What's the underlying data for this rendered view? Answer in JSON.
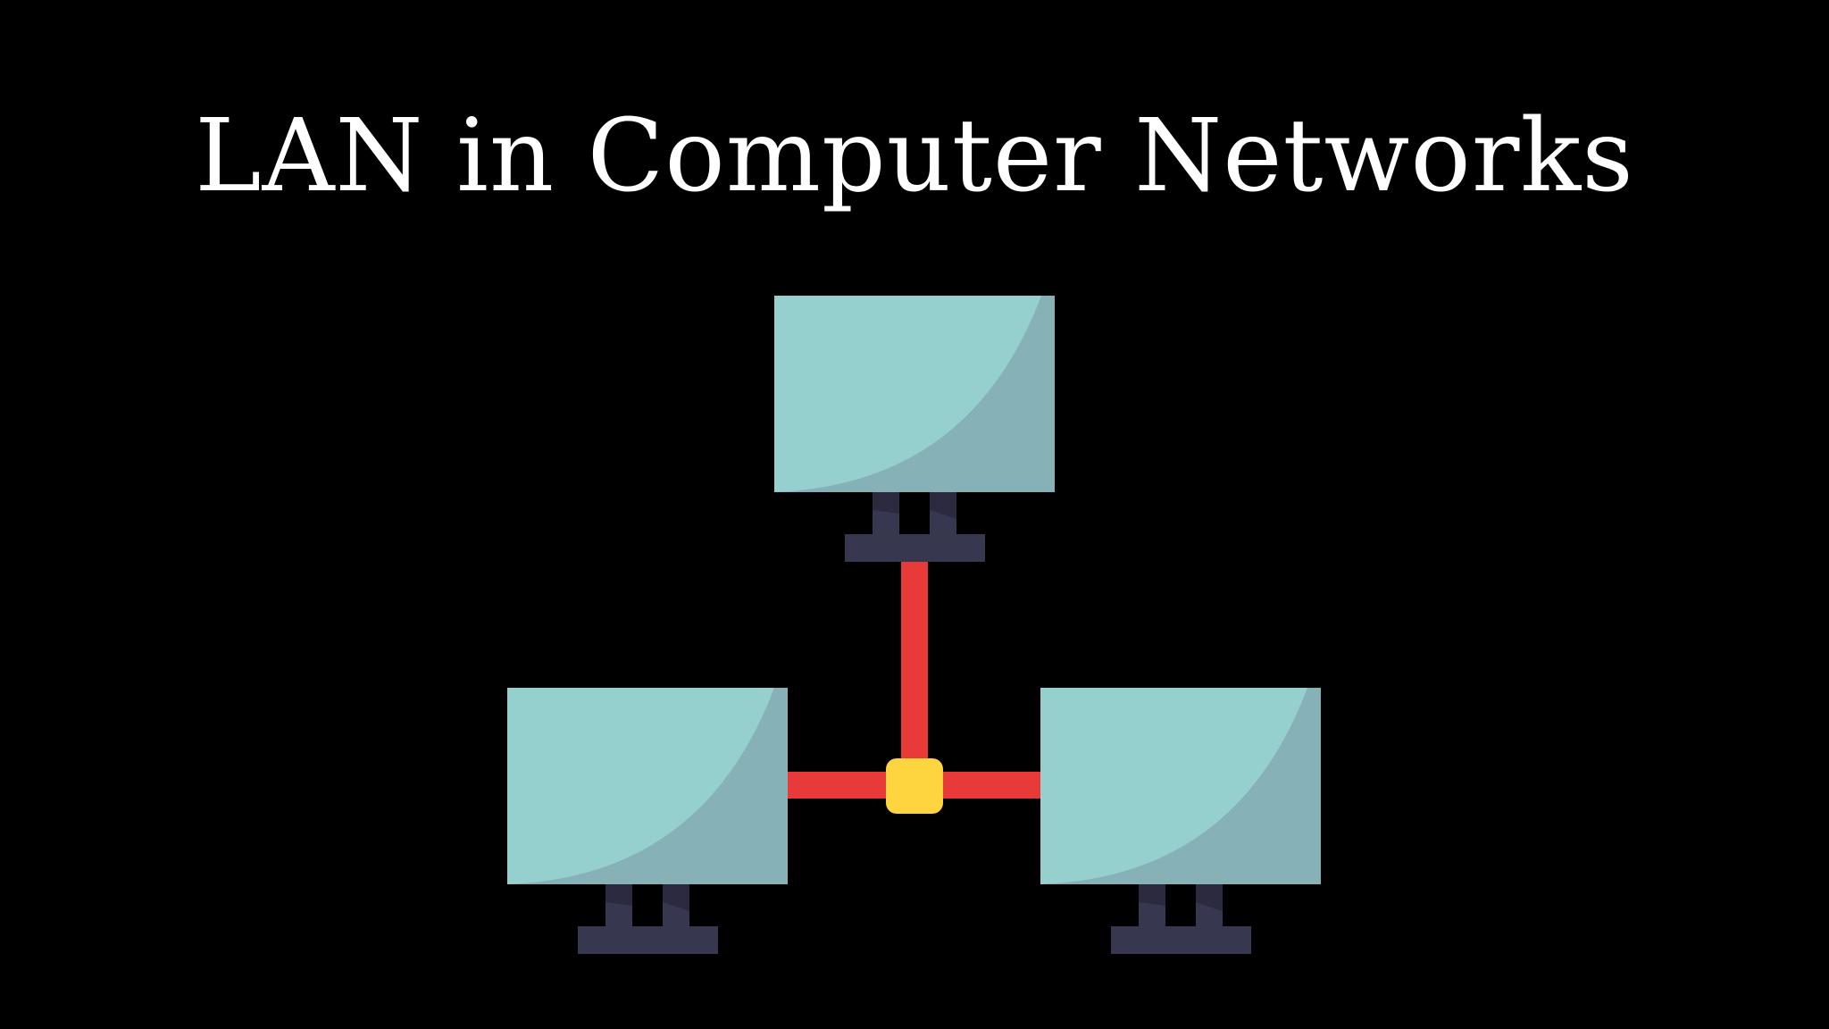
{
  "title": "LAN in Computer Networks",
  "colors": {
    "background": "#000000",
    "title_text": "#ffffff",
    "screen": "#95d0cf",
    "screen_shade": "#86b2b7",
    "stand": "#383750",
    "stand_shade": "#2b2a3f",
    "cable": "#e83a38",
    "hub": "#fed43f"
  },
  "diagram": {
    "nodes": [
      {
        "name": "top-computer",
        "icon": "monitor-icon"
      },
      {
        "name": "left-computer",
        "icon": "monitor-icon"
      },
      {
        "name": "right-computer",
        "icon": "monitor-icon"
      }
    ],
    "hub": {
      "name": "network-hub",
      "icon": "hub-icon"
    },
    "links": [
      {
        "from": "top-computer",
        "to": "network-hub"
      },
      {
        "from": "left-computer",
        "to": "network-hub"
      },
      {
        "from": "right-computer",
        "to": "network-hub"
      }
    ]
  }
}
